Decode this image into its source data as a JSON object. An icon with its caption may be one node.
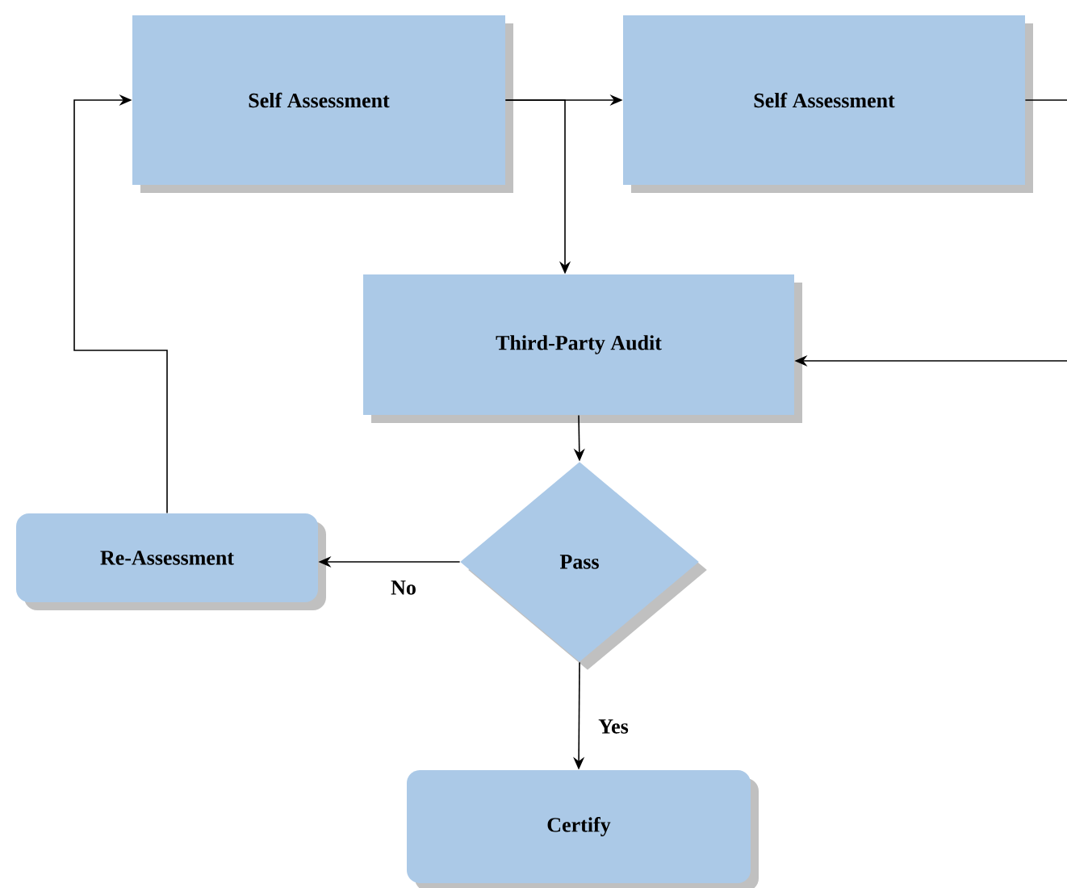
{
  "diagram": {
    "nodes": [
      {
        "text": [
          "Self Assessment"
        ]
      },
      {
        "text": [
          "Self Assessment"
        ]
      },
      {
        "text": [
          "Third-Party  Audit"
        ]
      },
      {
        "text": [
          "Pass"
        ]
      },
      {
        "text": [
          "Re-Assessment"
        ]
      },
      {
        "text": [
          "Certify"
        ]
      }
    ],
    "edges": [
      {
        "from": 0,
        "to": 1,
        "arrow": "to"
      },
      {
        "from": 0,
        "to": 2,
        "arrow": "to"
      },
      {
        "from": 2,
        "to": 3,
        "arrow": "to"
      },
      {
        "from": 3,
        "to": 4,
        "arrow": "to",
        "label": "No"
      },
      {
        "from": 3,
        "to": 5,
        "arrow": "to",
        "label": "Yes"
      },
      {
        "from": 4,
        "to": 0,
        "arrow": "to"
      },
      {
        "from": 1,
        "to": null,
        "arrow": "none"
      },
      {
        "from": null,
        "to": 2,
        "arrow": "to"
      }
    ]
  }
}
